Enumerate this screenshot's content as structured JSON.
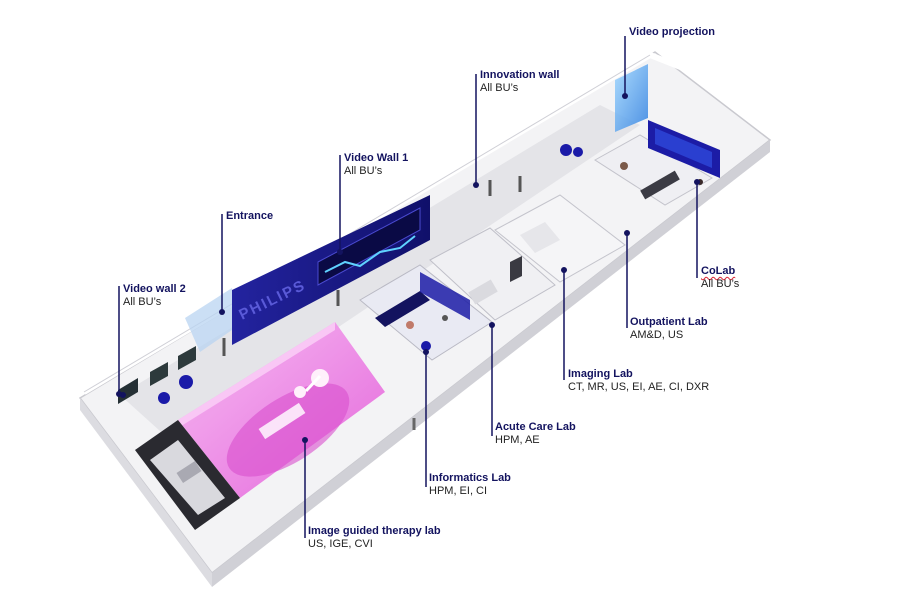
{
  "brand": {
    "wall_logo": "PHILIPS"
  },
  "colors": {
    "navy": "#13135f",
    "blue": "#1c1ca6",
    "pink": "#e864e0",
    "floor": "#e9e9ec"
  },
  "labels": {
    "video_projection": {
      "title": "Video projection",
      "sub": ""
    },
    "innovation_wall": {
      "title": "Innovation wall",
      "sub": "All BU’s"
    },
    "video_wall_1": {
      "title": "Video Wall 1",
      "sub": "All BU’s"
    },
    "entrance": {
      "title": "Entrance",
      "sub": ""
    },
    "video_wall_2": {
      "title": "Video wall 2",
      "sub": "All BU’s"
    },
    "colab": {
      "title": "CoLab",
      "sub": "All BU’s"
    },
    "outpatient_lab": {
      "title": "Outpatient Lab",
      "sub": "AM&D, US"
    },
    "imaging_lab": {
      "title": "Imaging Lab",
      "sub": "CT, MR, US, EI, AE, CI, DXR"
    },
    "acute_care_lab": {
      "title": "Acute Care Lab",
      "sub": "HPM, AE"
    },
    "informatics_lab": {
      "title": "Informatics Lab",
      "sub": "HPM, EI, CI"
    },
    "igt_lab": {
      "title": "Image guided therapy lab",
      "sub": "US, IGE, CVI"
    }
  }
}
